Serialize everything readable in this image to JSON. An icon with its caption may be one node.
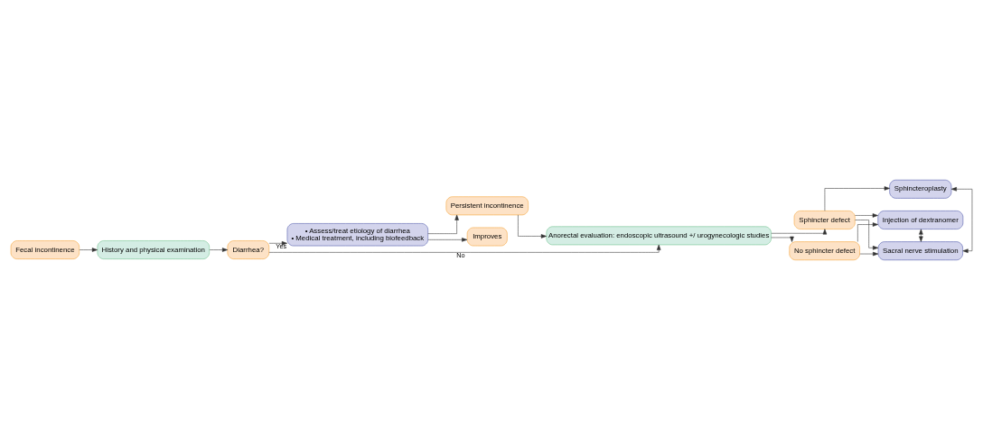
{
  "diagram": {
    "nodes": [
      {
        "text": [
          "Fecal incontinence"
        ]
      },
      {
        "text": [
          "History and physical examination"
        ]
      },
      {
        "text": [
          "Diarrhea?"
        ]
      },
      {
        "text": [
          "• Assess/treat etiology of diarrhea",
          "• Medical treatment, including biofeedback"
        ]
      },
      {
        "text": [
          "Improves"
        ]
      },
      {
        "text": [
          "Persistent incontinence"
        ]
      },
      {
        "text": [
          "Anorectal evaluation: endoscopic ultrasound +/ urogynecologic studies"
        ]
      },
      {
        "text": [
          "Sphincter defect"
        ]
      },
      {
        "text": [
          "No sphincter defect"
        ]
      },
      {
        "text": [
          "Sphincteroplasty"
        ]
      },
      {
        "text": [
          "Sacral nerve stimulation"
        ]
      },
      {
        "text": [
          "Injection of dextranomer"
        ]
      }
    ],
    "edges": [
      {
        "from": 0,
        "to": 1,
        "arrow": "to"
      },
      {
        "from": 1,
        "to": 2,
        "arrow": "to"
      },
      {
        "from": 2,
        "to": 3,
        "arrow": "to",
        "label": "Yes"
      },
      {
        "from": 2,
        "to": 6,
        "arrow": "to",
        "label": "No"
      },
      {
        "from": 3,
        "to": 4,
        "arrow": "to"
      },
      {
        "from": 3,
        "to": 5,
        "arrow": "to"
      },
      {
        "from": 5,
        "to": 6,
        "arrow": "to"
      },
      {
        "from": 6,
        "to": 7,
        "arrow": "to"
      },
      {
        "from": 6,
        "to": 8,
        "arrow": "to"
      },
      {
        "from": 7,
        "to": 9,
        "arrow": "to"
      },
      {
        "from": 7,
        "to": 10,
        "arrow": "to"
      },
      {
        "from": 7,
        "to": 11,
        "arrow": "to"
      },
      {
        "from": 8,
        "to": 10,
        "arrow": "to"
      },
      {
        "from": 8,
        "to": 11,
        "arrow": "to"
      },
      {
        "from": 9,
        "to": 10,
        "arrow": "both"
      },
      {
        "from": 10,
        "to": 11,
        "arrow": "both"
      }
    ]
  }
}
